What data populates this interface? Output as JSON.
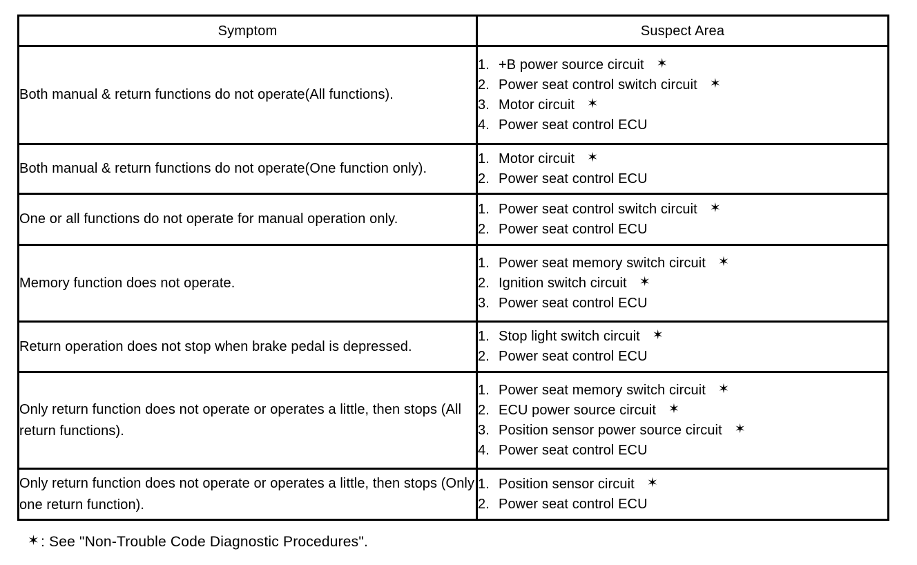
{
  "table": {
    "headers": {
      "symptom": "Symptom",
      "suspect_area": "Suspect Area"
    },
    "star_glyph": "✶",
    "rows": [
      {
        "symptom": "Both manual & return functions do not operate(All functions).",
        "suspect_items": [
          {
            "num": "1.",
            "text": "+B power source circuit",
            "star": true
          },
          {
            "num": "2.",
            "text": "Power seat control switch circuit",
            "star": true
          },
          {
            "num": "3.",
            "text": "Motor circuit",
            "star": true
          },
          {
            "num": "4.",
            "text": "Power seat control ECU",
            "star": false
          }
        ]
      },
      {
        "symptom": "Both manual & return functions do not operate(One function only).",
        "suspect_items": [
          {
            "num": "1.",
            "text": "Motor circuit",
            "star": true
          },
          {
            "num": "2.",
            "text": "Power seat control ECU",
            "star": false
          }
        ]
      },
      {
        "symptom": "One or all functions do not operate for manual operation only.",
        "suspect_items": [
          {
            "num": "1.",
            "text": "Power seat control switch circuit",
            "star": true
          },
          {
            "num": "2.",
            "text": "Power seat control ECU",
            "star": false
          }
        ]
      },
      {
        "symptom": "Memory function does not operate.",
        "suspect_items": [
          {
            "num": "1.",
            "text": "Power seat memory switch circuit",
            "star": true
          },
          {
            "num": "2.",
            "text": "Ignition switch circuit",
            "star": true
          },
          {
            "num": "3.",
            "text": "Power seat control ECU",
            "star": false
          }
        ]
      },
      {
        "symptom": "Return operation does not stop when brake pedal is depressed.",
        "suspect_items": [
          {
            "num": "1.",
            "text": "Stop light switch circuit",
            "star": true
          },
          {
            "num": "2.",
            "text": "Power seat control ECU",
            "star": false
          }
        ]
      },
      {
        "symptom": "Only return function does not operate or operates a little, then stops (All return functions).",
        "suspect_items": [
          {
            "num": "1.",
            "text": "Power seat memory switch circuit",
            "star": true
          },
          {
            "num": "2.",
            "text": "ECU power source circuit",
            "star": true
          },
          {
            "num": "3.",
            "text": "Position sensor power source circuit",
            "star": true
          },
          {
            "num": "4.",
            "text": "Power seat control ECU",
            "star": false
          }
        ]
      },
      {
        "symptom": "Only return function does not operate or operates a little, then stops (Only one return function).",
        "suspect_items": [
          {
            "num": "1.",
            "text": "Position sensor circuit",
            "star": true
          },
          {
            "num": "2.",
            "text": "Power seat control ECU",
            "star": false
          }
        ]
      }
    ]
  },
  "footnote": {
    "star": "✶",
    "text": ": See \"Non-Trouble Code Diagnostic Procedures\"."
  }
}
